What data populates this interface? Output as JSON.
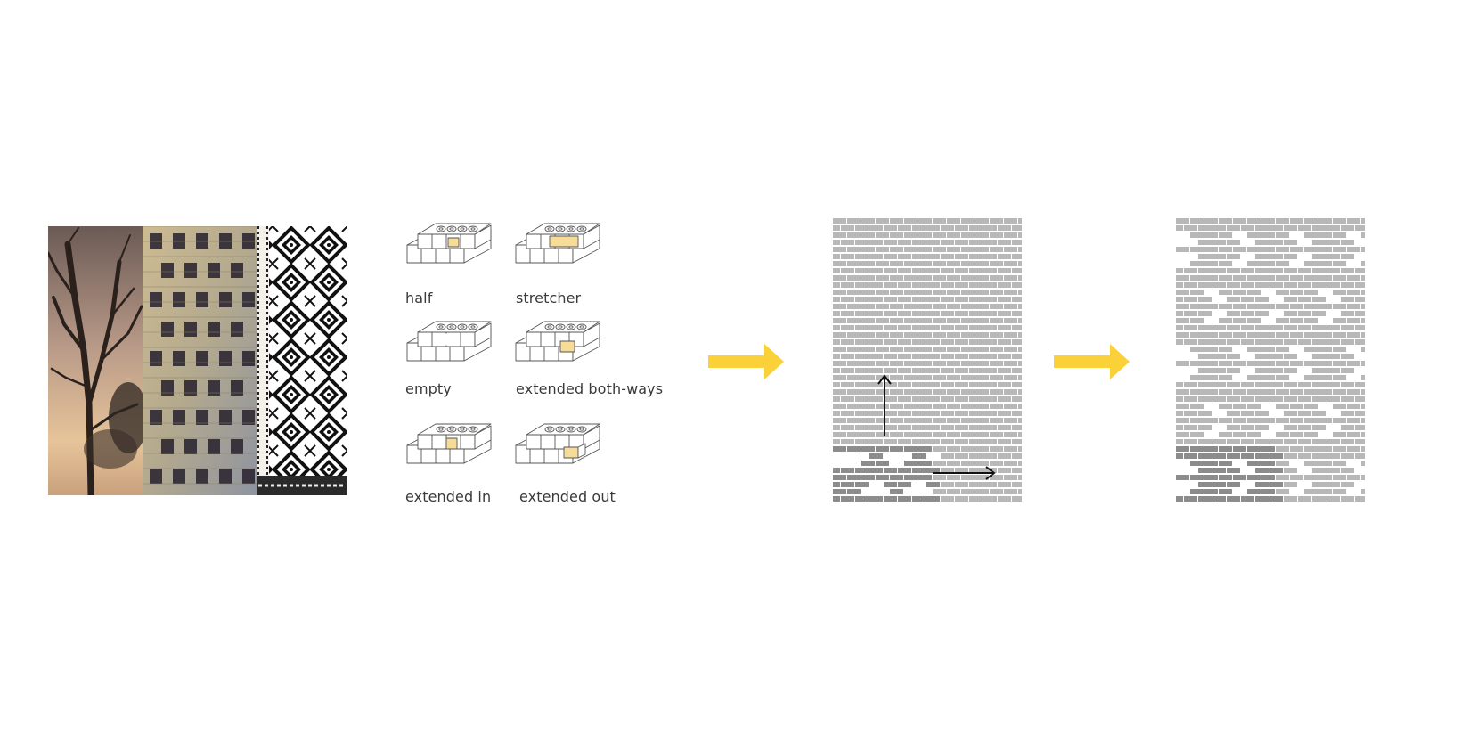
{
  "brick_types": [
    {
      "id": "half",
      "label": "half"
    },
    {
      "id": "stretcher",
      "label": "stretcher"
    },
    {
      "id": "empty",
      "label": "empty"
    },
    {
      "id": "extended-both-ways",
      "label": "extended both-ways"
    },
    {
      "id": "extended-in",
      "label": "extended in"
    },
    {
      "id": "extended-out",
      "label": "extended out"
    }
  ],
  "colors": {
    "accent_yellow": "#fbd13a",
    "brick_highlight": "#f6dc96",
    "brick_light": "#b8b8b8",
    "brick_dark": "#8c8c8c",
    "line": "#555555"
  },
  "icons": [
    "process-arrow-icon",
    "growth-arrow-up-icon",
    "growth-arrow-right-icon"
  ]
}
